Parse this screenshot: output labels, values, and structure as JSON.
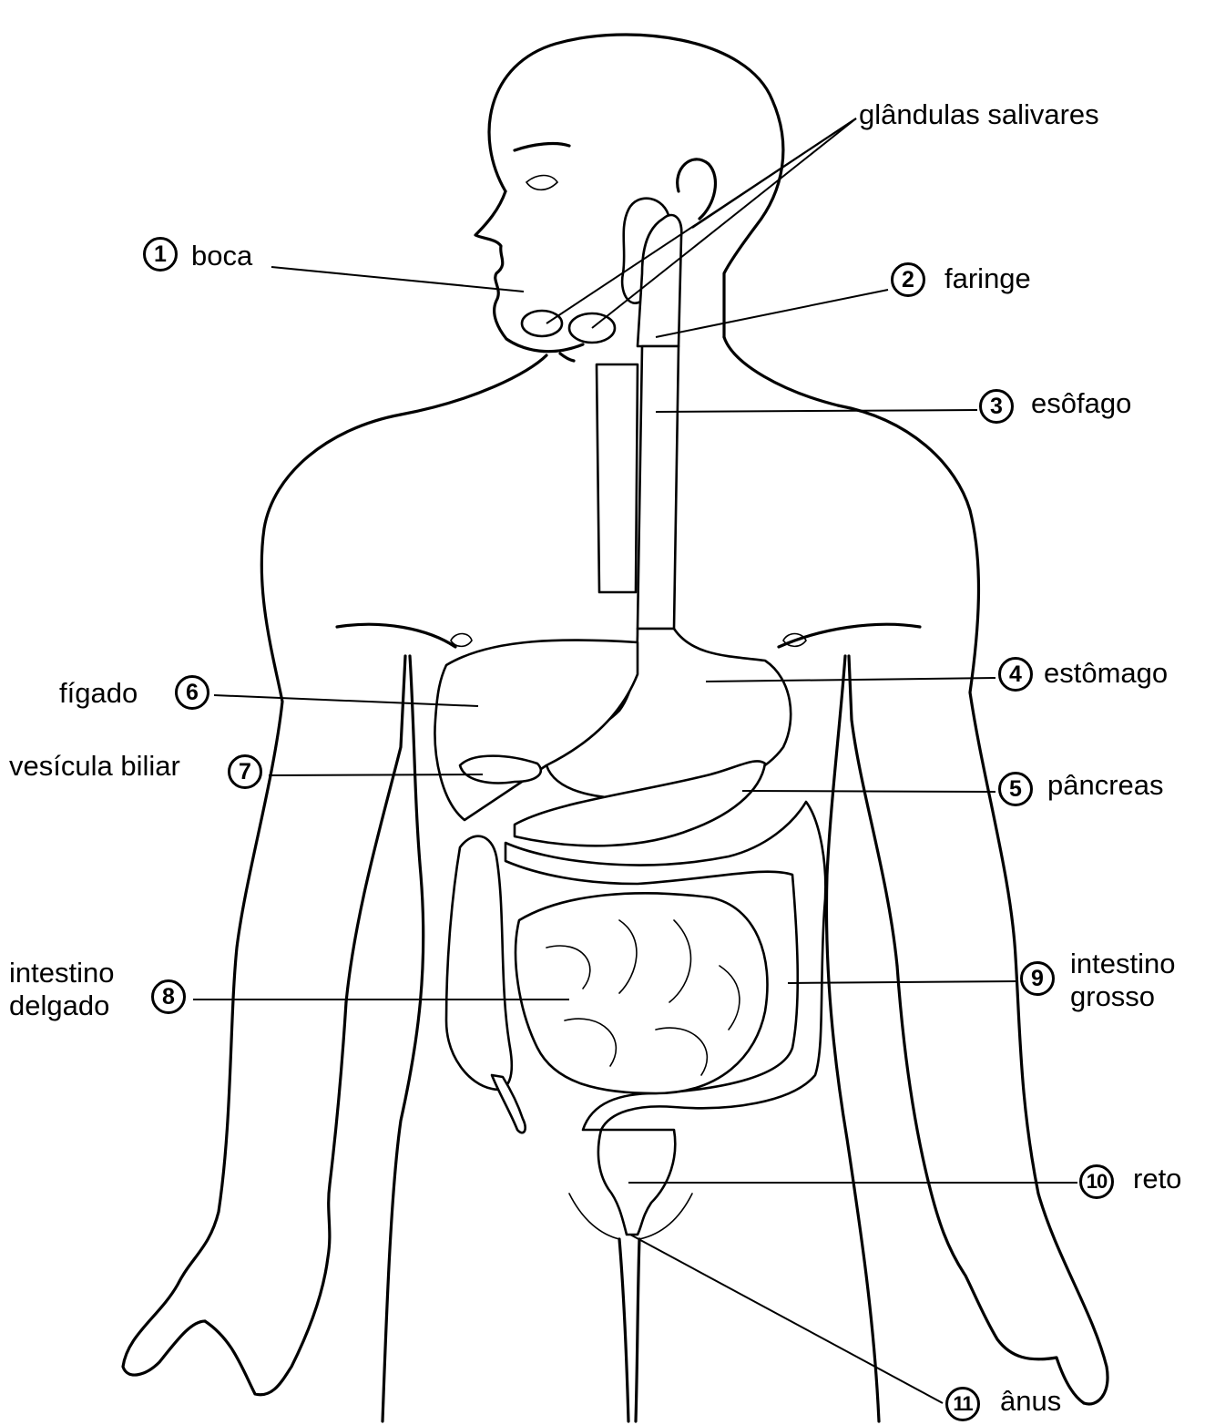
{
  "labels": {
    "salivary_glands": "glândulas salivares",
    "mouth": "boca",
    "pharynx": "faringe",
    "esophagus": "esôfago",
    "stomach": "estômago",
    "liver": "fígado",
    "gallbladder": "vesícula biliar",
    "pancreas": "pâncreas",
    "small_intestine": "intestino\ndelgado",
    "large_intestine": "intestino\ngrosso",
    "rectum": "reto",
    "anus": "ânus"
  },
  "numbers": {
    "mouth": "1",
    "pharynx": "2",
    "esophagus": "3",
    "stomach": "4",
    "pancreas": "5",
    "liver": "6",
    "gallbladder": "7",
    "small_intestine": "8",
    "large_intestine": "9",
    "rectum": "10",
    "anus": "11"
  }
}
